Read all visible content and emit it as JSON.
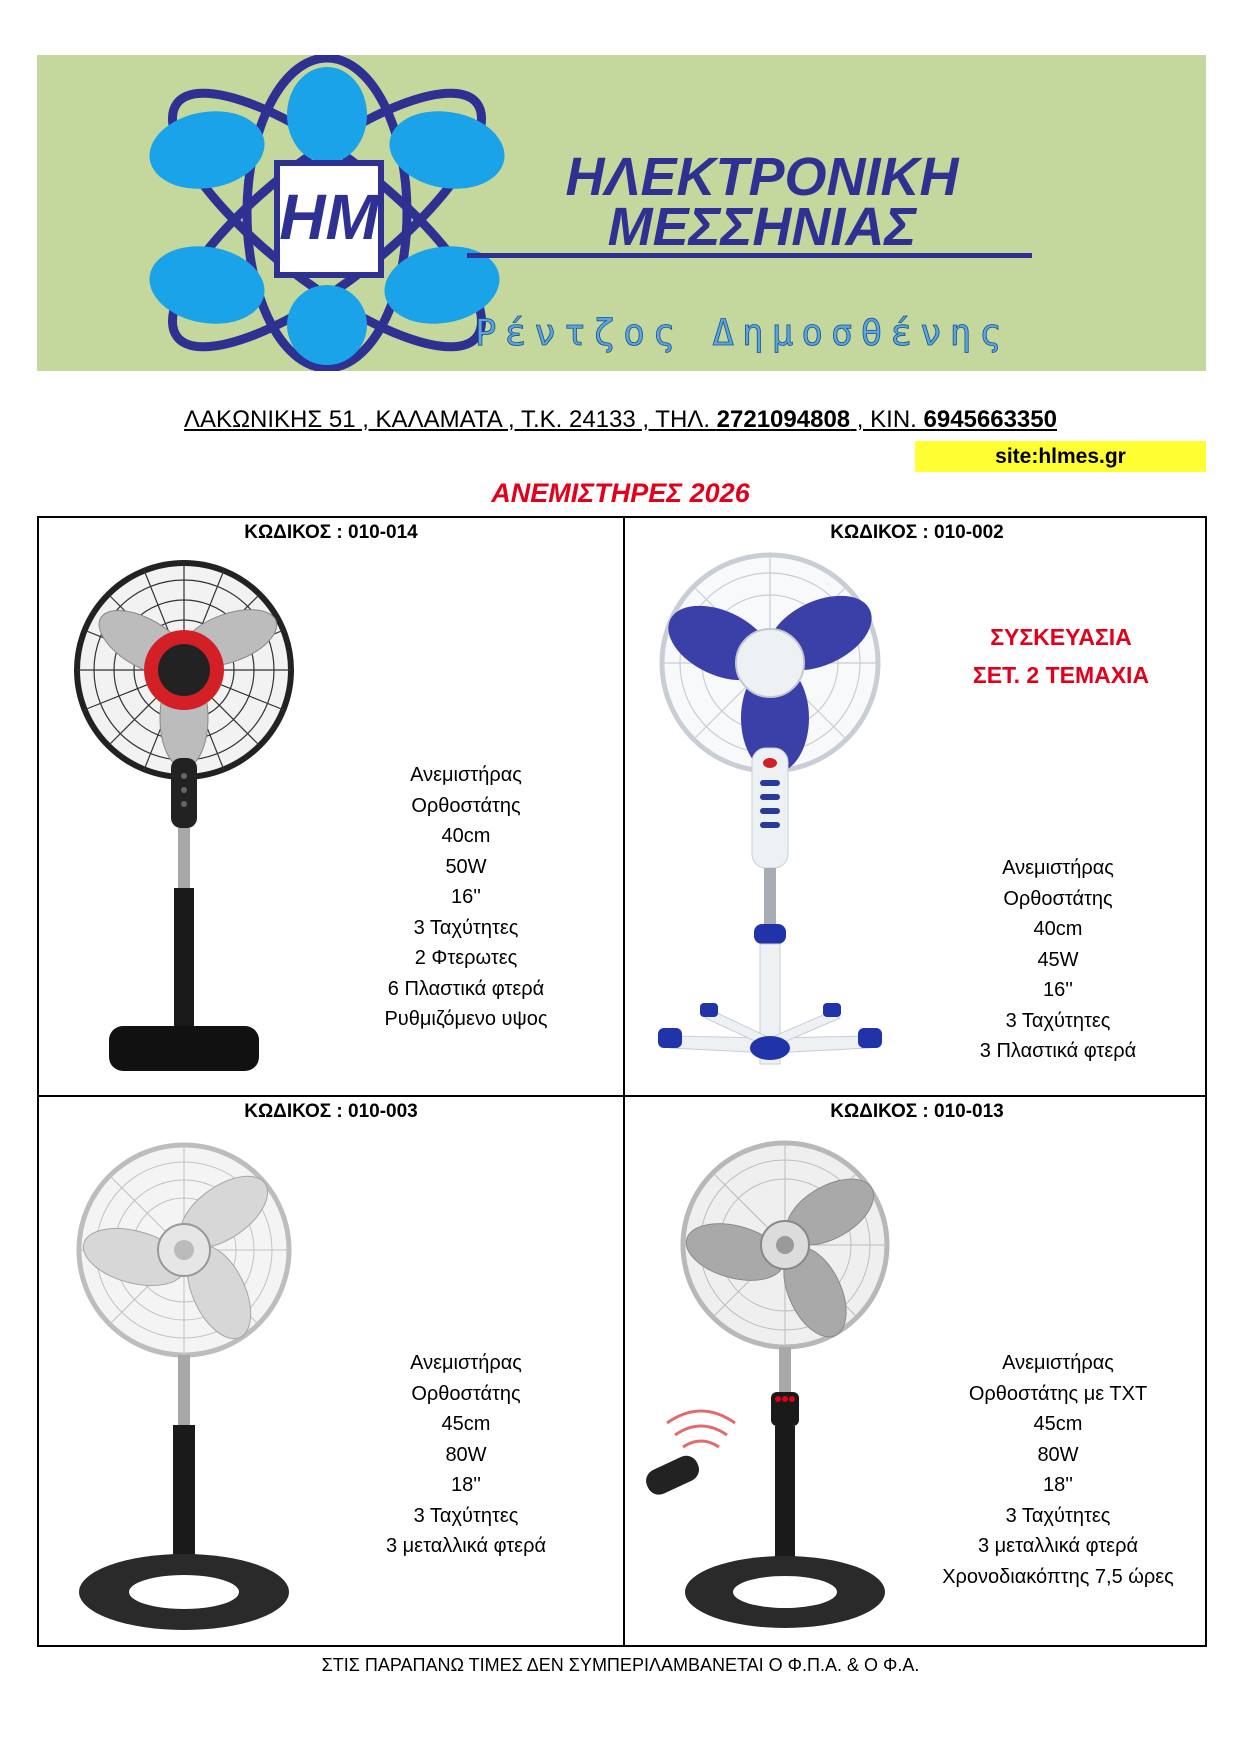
{
  "header": {
    "logo_monogram": "HM",
    "company_line1": "ΗΛΕΚΤΡΟΝΙΚΗ",
    "company_line2": "ΜΕΣΣΗΝΙΑΣ",
    "owner": "Ρέντζος Δημοσθένης"
  },
  "contact": {
    "address_text": "ΛΑΚΩΝΙΚΗΣ 51 , ΚΑΛΑΜΑΤΑ , Τ.Κ. 24133 , ΤΗΛ. ",
    "phone": "2721094808",
    "mobile_label": " , ΚΙΝ. ",
    "mobile": "6945663350",
    "site": "site:hlmes.gr"
  },
  "title": "ΑΝΕΜΙΣΤΗΡΕΣ 2026",
  "products": [
    {
      "code": "ΚΩΔΙΚΟΣ : 010-014",
      "specs": [
        "Ανεμιστήρας",
        "Ορθοστάτης",
        "40cm",
        "50W",
        "16''",
        "3 Ταχύτητες",
        "2 Φτερωτες",
        "6 Πλαστικά φτερά",
        "Ρυθμιζόμενο υψος"
      ]
    },
    {
      "code": "ΚΩΔΙΚΟΣ : 010-002",
      "note_line1": "ΣΥΣΚΕΥΑΣΙΑ",
      "note_line2": "ΣΕΤ. 2 ΤΕΜΑΧΙΑ",
      "specs": [
        "Ανεμιστήρας",
        "Ορθοστάτης",
        "40cm",
        "45W",
        "16''",
        "3 Ταχύτητες",
        "3 Πλαστικά φτερά"
      ]
    },
    {
      "code": "ΚΩΔΙΚΟΣ : 010-003",
      "specs": [
        "Ανεμιστήρας",
        "Ορθοστάτης",
        "45cm",
        "80W",
        "18''",
        "3 Ταχύτητες",
        "3 μεταλλικά φτερά"
      ]
    },
    {
      "code": "ΚΩΔΙΚΟΣ : 010-013",
      "specs": [
        "Ανεμιστήρας",
        "Ορθοστάτης με ΤΧΤ",
        "45cm",
        "80W",
        "18''",
        "3 Ταχύτητες",
        "3 μεταλλικά φτερά",
        "Χρονοδιακόπτης 7,5 ώρες"
      ]
    }
  ],
  "footer": "ΣΤΙΣ ΠΑΡΑΠΑΝΩ ΤΙΜΕΣ ΔΕΝ ΣΥΜΠΕΡΙΛΑΜΒΑΝΕΤΑΙ Ο Φ.Π.Α. & Ο Φ.Α.",
  "colors": {
    "banner_bg": "#c4d79c",
    "logo_blue": "#2e3192",
    "logo_cyan": "#1aa3e8",
    "title_red": "#e3001b",
    "site_yellow": "#ffff33"
  }
}
